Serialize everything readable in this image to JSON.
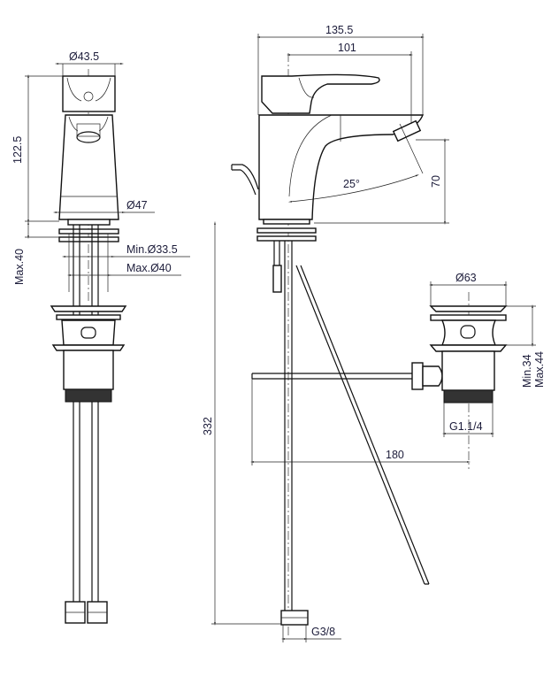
{
  "dimensions": {
    "side_view": {
      "handle_diameter": "Ø43.5",
      "height": "122.5",
      "base_diameter": "Ø47",
      "max_thickness": "Max.40",
      "min_hole": "Min.Ø33.5",
      "max_hole": "Max.Ø40"
    },
    "front_view": {
      "overall_length": "135.5",
      "spout_reach": "101",
      "spout_height": "70",
      "swivel_angle": "25°",
      "hose_length": "332",
      "hose_connection": "G3/8",
      "rod_length": "180"
    },
    "waste": {
      "flange_diameter": "Ø63",
      "min_height": "Min.34",
      "max_height": "Max.44",
      "thread": "G1.1/4"
    }
  }
}
